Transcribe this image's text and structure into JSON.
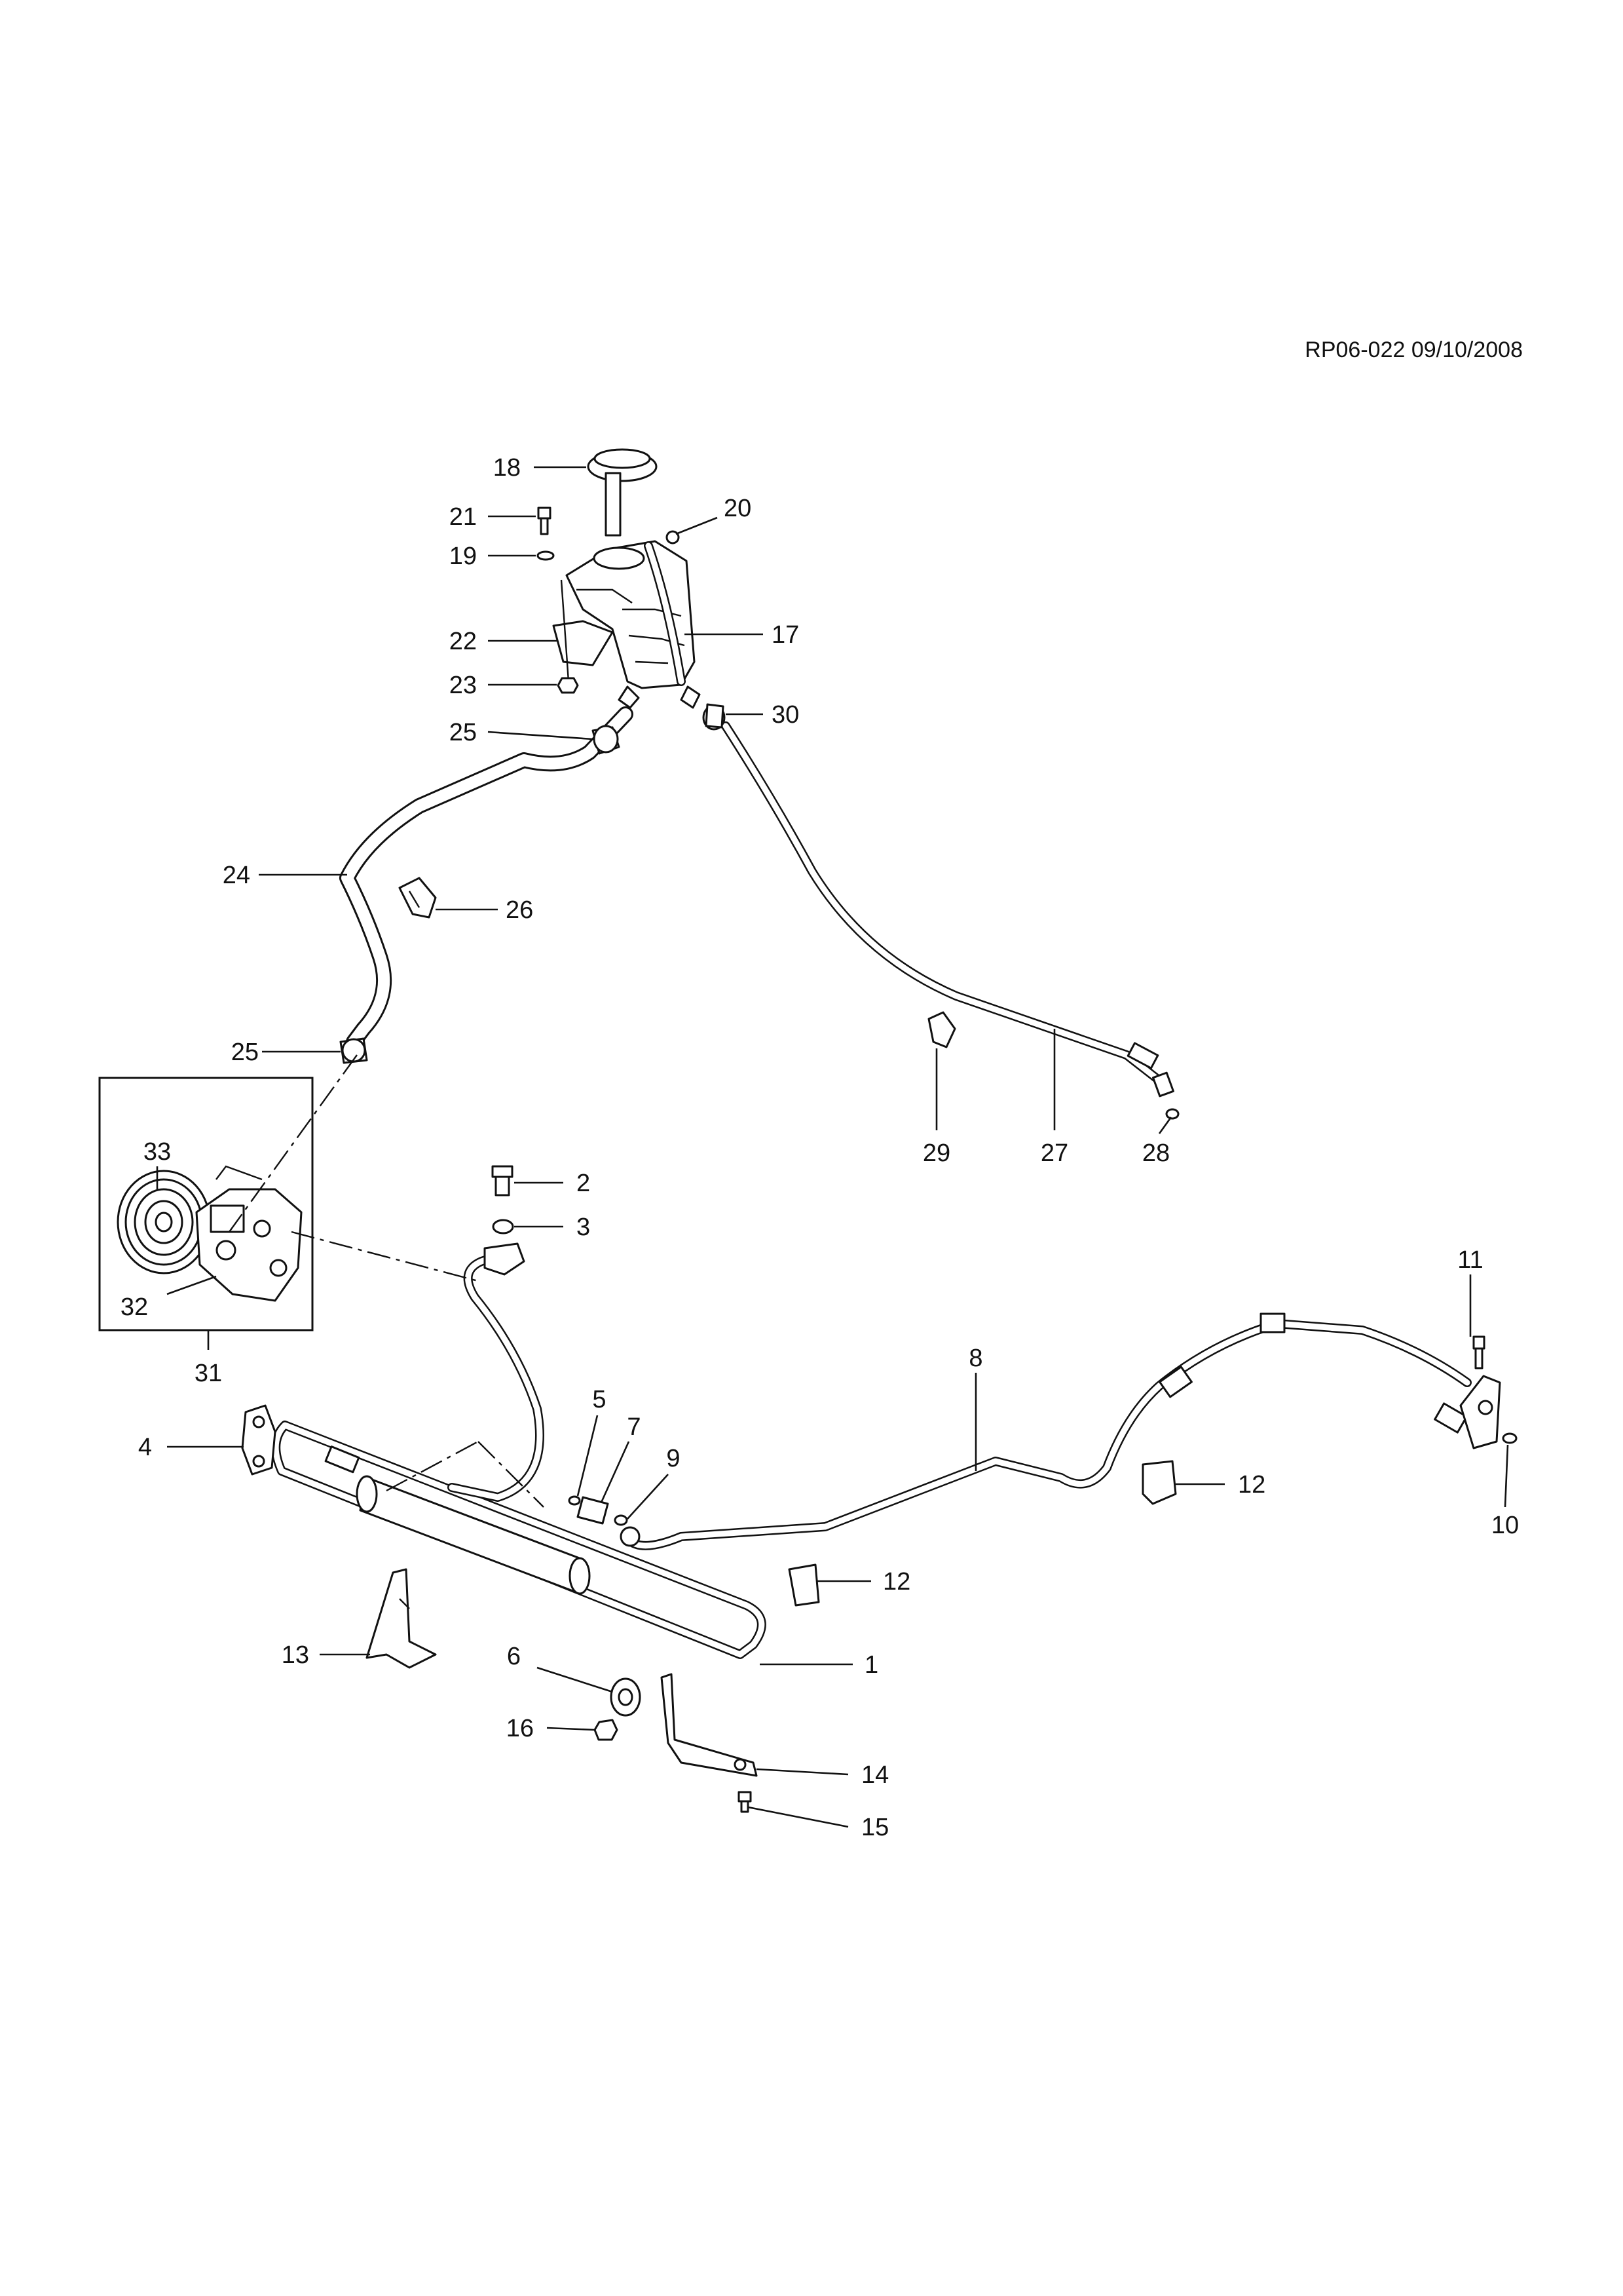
{
  "header": {
    "code": "RP06-022 09/10/2008"
  },
  "callouts": [
    {
      "id": "c1",
      "text": "1"
    },
    {
      "id": "c2",
      "text": "2"
    },
    {
      "id": "c3",
      "text": "3"
    },
    {
      "id": "c4",
      "text": "4"
    },
    {
      "id": "c5",
      "text": "5"
    },
    {
      "id": "c6",
      "text": "6"
    },
    {
      "id": "c7",
      "text": "7"
    },
    {
      "id": "c8",
      "text": "8"
    },
    {
      "id": "c9",
      "text": "9"
    },
    {
      "id": "c10",
      "text": "10"
    },
    {
      "id": "c11",
      "text": "11"
    },
    {
      "id": "c12a",
      "text": "12"
    },
    {
      "id": "c12b",
      "text": "12"
    },
    {
      "id": "c13",
      "text": "13"
    },
    {
      "id": "c14",
      "text": "14"
    },
    {
      "id": "c15",
      "text": "15"
    },
    {
      "id": "c16",
      "text": "16"
    },
    {
      "id": "c17",
      "text": "17"
    },
    {
      "id": "c18",
      "text": "18"
    },
    {
      "id": "c19",
      "text": "19"
    },
    {
      "id": "c20",
      "text": "20"
    },
    {
      "id": "c21",
      "text": "21"
    },
    {
      "id": "c22",
      "text": "22"
    },
    {
      "id": "c23",
      "text": "23"
    },
    {
      "id": "c24",
      "text": "24"
    },
    {
      "id": "c25a",
      "text": "25"
    },
    {
      "id": "c25b",
      "text": "25"
    },
    {
      "id": "c26",
      "text": "26"
    },
    {
      "id": "c27",
      "text": "27"
    },
    {
      "id": "c28",
      "text": "28"
    },
    {
      "id": "c29",
      "text": "29"
    },
    {
      "id": "c30",
      "text": "30"
    },
    {
      "id": "c31",
      "text": "31"
    },
    {
      "id": "c32",
      "text": "32"
    },
    {
      "id": "c33",
      "text": "33"
    }
  ]
}
